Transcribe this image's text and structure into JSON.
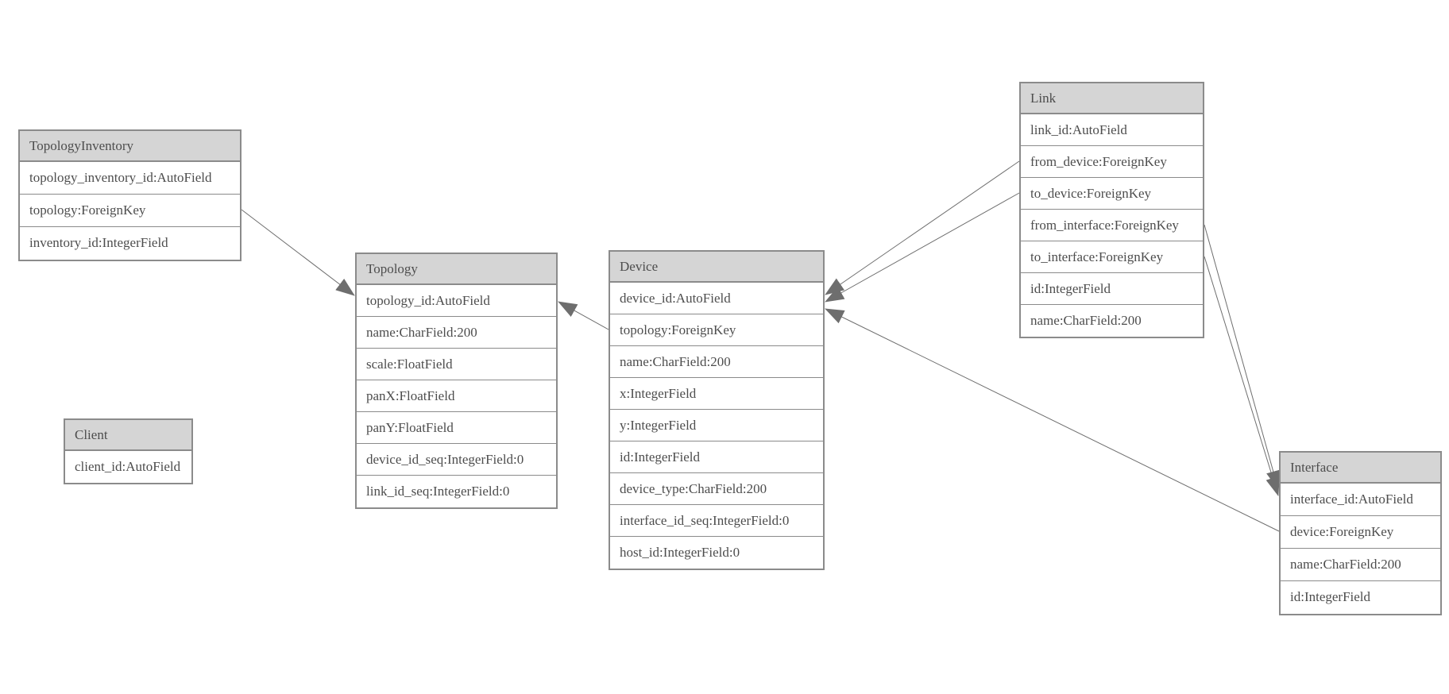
{
  "diagram": {
    "type": "entity-relationship-model",
    "colors": {
      "header_fill": "#d5d5d5",
      "border": "#8b8b8b",
      "text": "#4d4d4d",
      "connector": "#6e6e6e",
      "background": "#ffffff"
    },
    "entities": [
      {
        "title": "TopologyInventory",
        "fields": [
          "topology_inventory_id:AutoField",
          "topology:ForeignKey",
          "inventory_id:IntegerField"
        ]
      },
      {
        "title": "Topology",
        "fields": [
          "topology_id:AutoField",
          "name:CharField:200",
          "scale:FloatField",
          "panX:FloatField",
          "panY:FloatField",
          "device_id_seq:IntegerField:0",
          "link_id_seq:IntegerField:0"
        ]
      },
      {
        "title": "Client",
        "fields": [
          "client_id:AutoField"
        ]
      },
      {
        "title": "Device",
        "fields": [
          "device_id:AutoField",
          "topology:ForeignKey",
          "name:CharField:200",
          "x:IntegerField",
          "y:IntegerField",
          "id:IntegerField",
          "device_type:CharField:200",
          "interface_id_seq:IntegerField:0",
          "host_id:IntegerField:0"
        ]
      },
      {
        "title": "Link",
        "fields": [
          "link_id:AutoField",
          "from_device:ForeignKey",
          "to_device:ForeignKey",
          "from_interface:ForeignKey",
          "to_interface:ForeignKey",
          "id:IntegerField",
          "name:CharField:200"
        ]
      },
      {
        "title": "Interface",
        "fields": [
          "interface_id:AutoField",
          "device:ForeignKey",
          "name:CharField:200",
          "id:IntegerField"
        ]
      }
    ],
    "relationships": [
      {
        "from": "TopologyInventory.topology",
        "to": "Topology.topology_id"
      },
      {
        "from": "Device.topology",
        "to": "Topology.topology_id"
      },
      {
        "from": "Link.from_device",
        "to": "Device.device_id"
      },
      {
        "from": "Link.to_device",
        "to": "Device.device_id"
      },
      {
        "from": "Link.from_interface",
        "to": "Interface.interface_id"
      },
      {
        "from": "Link.to_interface",
        "to": "Interface.interface_id"
      },
      {
        "from": "Interface.device",
        "to": "Device.device_id"
      }
    ]
  }
}
